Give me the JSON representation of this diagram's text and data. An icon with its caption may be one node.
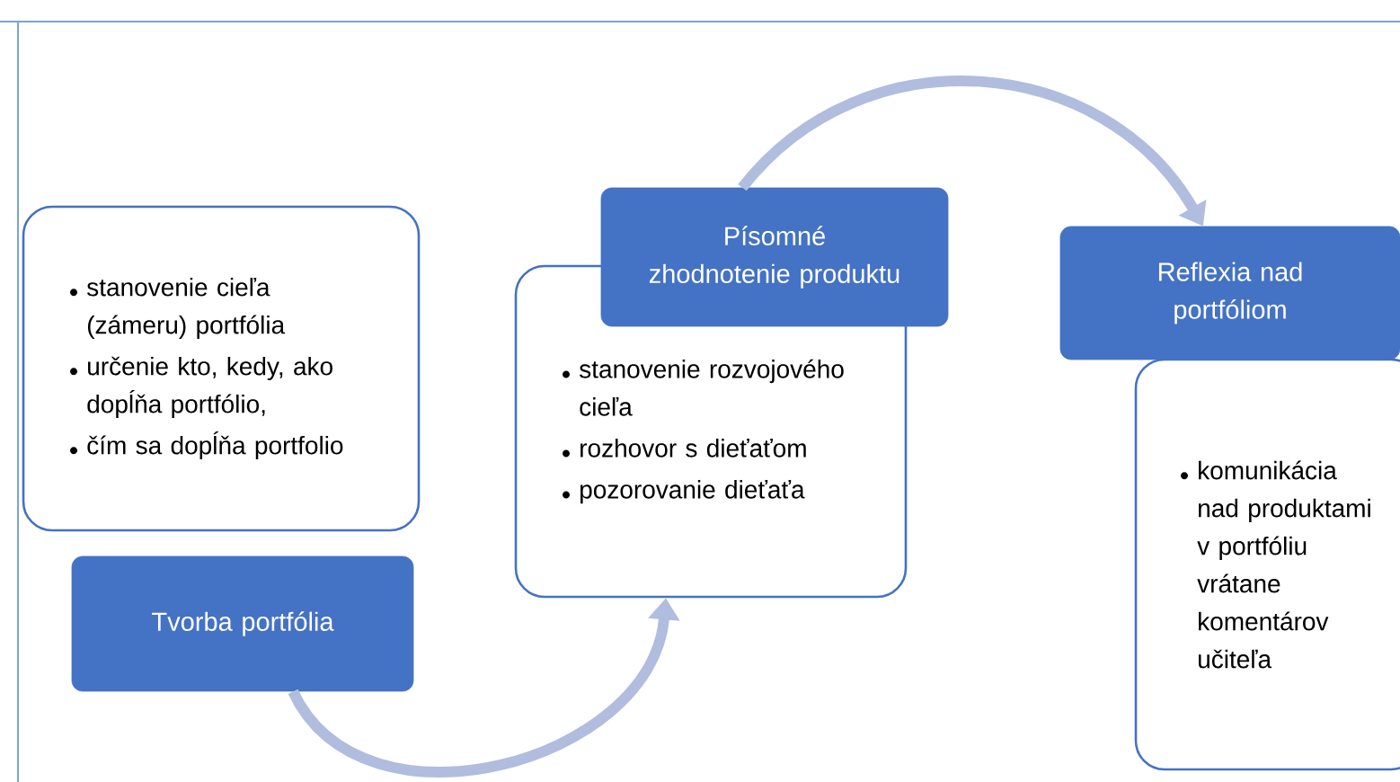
{
  "diagram": {
    "nodes": [
      {
        "text": [
          "stanovenie cieľa (zámeru) portfólia",
          "určenie kto, kedy, ako dopĺňa portfólio,",
          "čím sa dopĺňa portfolio"
        ]
      },
      {
        "text": [
          "Tvorba portfólia"
        ]
      },
      {
        "text": [
          "Písomné zhodnotenie produktu"
        ]
      },
      {
        "text": [
          "stanovenie rozvojového cieľa",
          "rozhovor s dieťaťom",
          "pozorovanie dieťaťa"
        ]
      },
      {
        "text": [
          "Reflexia nad portfóliom"
        ]
      },
      {
        "text": [
          "komunikácia nad produktami v portfóliu vrátane komentárov učiteľa"
        ]
      }
    ],
    "edges": [
      {
        "from": 1,
        "to": 3,
        "arrow": "to"
      },
      {
        "from": 2,
        "to": 4,
        "arrow": "to"
      }
    ]
  }
}
